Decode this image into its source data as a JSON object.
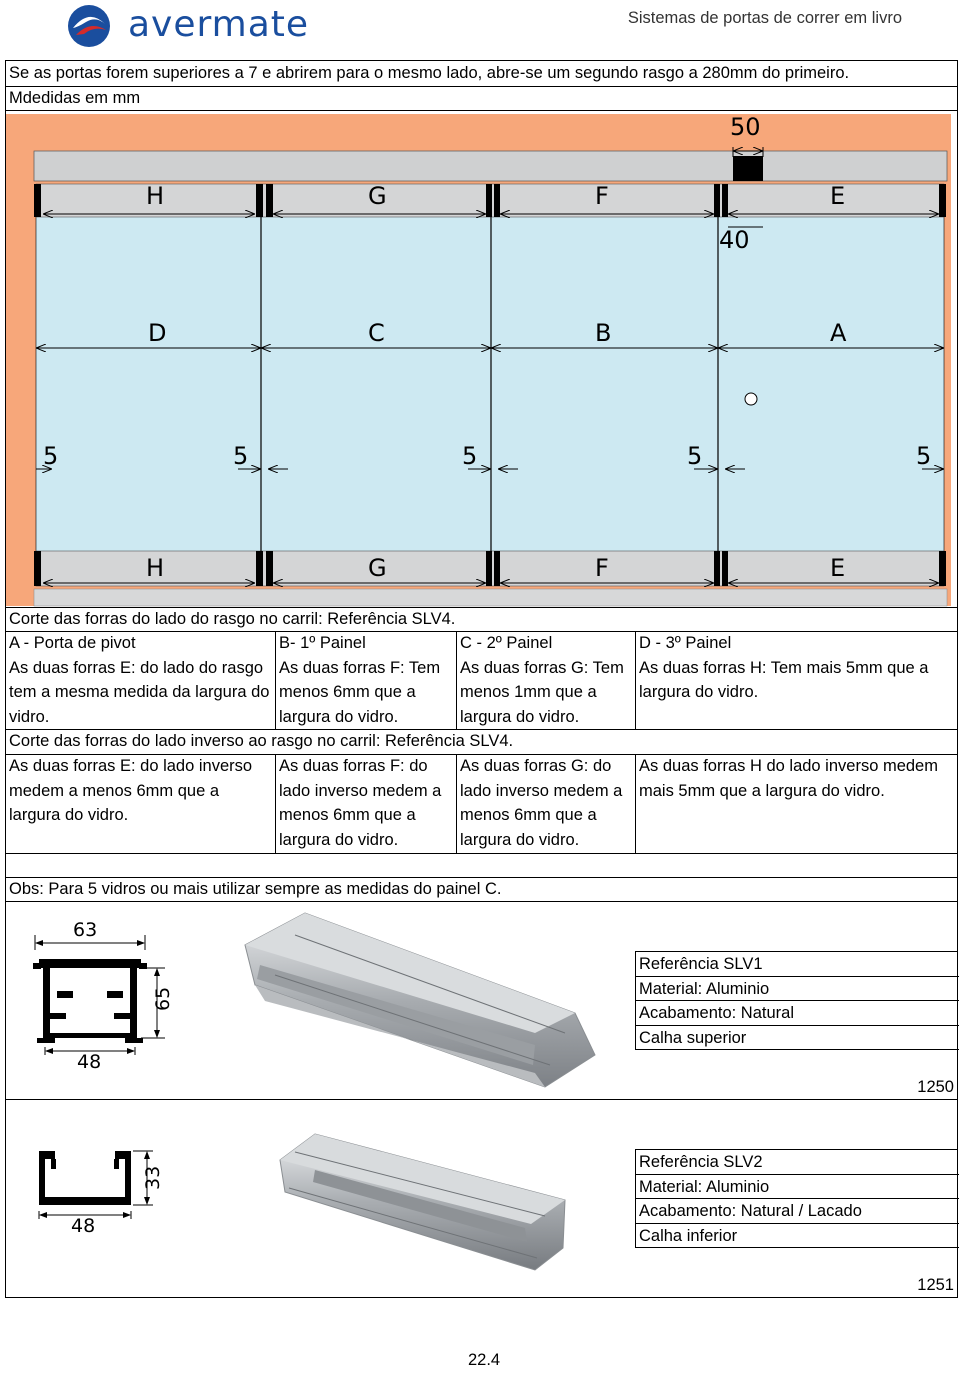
{
  "header": {
    "logo_text": "avermate",
    "title": "Sistemas de portas de correr em livro"
  },
  "intro": {
    "line1": "Se as portas forem superiores a 7  e abrirem para o mesmo lado, abre-se um segundo rasgo a 280mm do primeiro.",
    "line2": "Mdedidas em mm"
  },
  "diagram": {
    "top_dim": "50",
    "slot_dim": "40",
    "forras": [
      "H",
      "G",
      "F",
      "E"
    ],
    "panels": [
      "D",
      "C",
      "B",
      "A"
    ],
    "gaps": [
      "5",
      "5",
      "5",
      "5",
      "5"
    ]
  },
  "section1": {
    "heading": "Corte das forras do lado do rasgo no carril:   Referência SLV4.",
    "columns": [
      {
        "title": "A - Porta de pivot",
        "body": "As duas forras E: do lado do rasgo tem a mesma medida da largura do vidro."
      },
      {
        "title": "B- 1º Painel",
        "body": "As duas forras F: Tem menos 6mm que a largura do vidro."
      },
      {
        "title": "C - 2º Painel",
        "body": "As duas forras G: Tem menos 1mm que a largura do vidro."
      },
      {
        "title": "D - 3º Painel",
        "body": "As duas forras H: Tem mais 5mm que a largura do vidro."
      }
    ]
  },
  "section2": {
    "heading": "Corte das forras do lado inverso ao rasgo no carril:   Referência SLV4.",
    "columns": [
      "As duas forras E: do lado inverso medem a menos 6mm que a largura do vidro.",
      "As duas forras F: do lado inverso medem a menos 6mm que a largura do vidro.",
      "As duas forras G: do lado inverso medem a menos 6mm que a largura do vidro.",
      "As duas forras H do lado inverso medem mais 5mm que a largura do vidro."
    ]
  },
  "obs": "Obs: Para 5 vidros ou mais  utilizar sempre as medidas do painel C.",
  "products": [
    {
      "dims": {
        "width_top": "63",
        "height": "65",
        "width_bottom": "48"
      },
      "rows": [
        "Referência   SLV1",
        "Material: Aluminio",
        "Acabamento: Natural",
        "Calha superior"
      ],
      "code": "1250"
    },
    {
      "dims": {
        "height": "33",
        "width_bottom": "48"
      },
      "rows": [
        "Referência   SLV2",
        "Material: Aluminio",
        "Acabamento: Natural / Lacado",
        "Calha inferior"
      ],
      "code": "1251"
    }
  ],
  "footer": {
    "page": "22.4"
  },
  "colors": {
    "orange": "#f7a77a",
    "glass": "#cde9f2",
    "rail": "#cfd0d1",
    "logo_blue": "#1a4e9e",
    "logo_red": "#d32b2b"
  }
}
